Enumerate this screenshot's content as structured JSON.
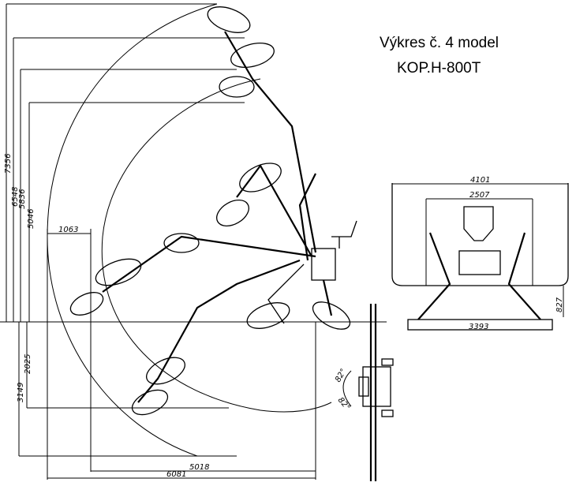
{
  "title": {
    "line1": "Výkres č. 4 model",
    "line2": "KOP.H-800T"
  },
  "side_view_dimensions": {
    "height_max": "7356",
    "height_2": "6548",
    "height_3": "5836",
    "height_4": "5046",
    "offset": "1063",
    "depth_max": "3149",
    "depth_2": "2025",
    "reach_1": "5018",
    "reach_max": "6081"
  },
  "front_view_dimensions": {
    "outer_width": "4101",
    "inner_width": "2507",
    "base_width": "3393",
    "base_height": "827"
  },
  "top_view_dimensions": {
    "angle_1": "82°",
    "angle_2": "82°"
  }
}
